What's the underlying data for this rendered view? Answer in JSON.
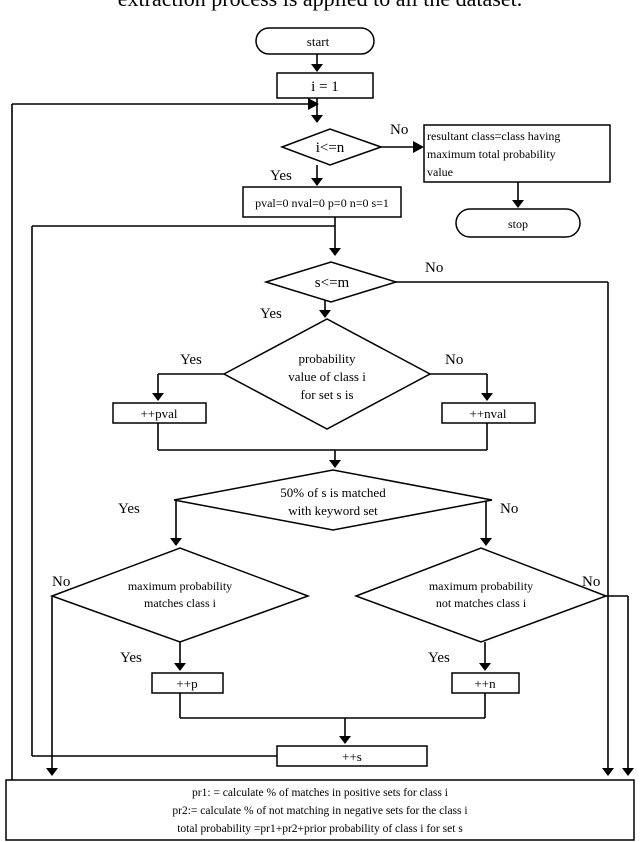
{
  "intro_line": "extraction process is applied to all the dataset.",
  "nodes": {
    "start": "start",
    "init_i": "i = 1",
    "cond_i": "i<=n",
    "result": [
      "resultant class=class having",
      "maximum total probability",
      "value"
    ],
    "stop": "stop",
    "init_vars": "pval=0 nval=0 p=0 n=0  s=1",
    "cond_s": "s<=m",
    "prob_cond": [
      "probability",
      "value of class i",
      "for set s is"
    ],
    "inc_pval": "++pval",
    "inc_nval": "++nval",
    "match_cond": [
      "50%  of  s  is  matched",
      "with keyword set"
    ],
    "max_match": [
      "maximum probability",
      "matches class i"
    ],
    "max_not_match": [
      "maximum probability",
      "not matches class i"
    ],
    "inc_p": "++p",
    "inc_n": "++n",
    "inc_s": "++s",
    "final": [
      "pr1: = calculate % of matches in positive sets for class i",
      "pr2:= calculate % of not matching in negative sets for the class i",
      "total probability =pr1+pr2+prior probability of class i for set s"
    ]
  },
  "edge_labels": {
    "i_no": "No",
    "i_yes": "Yes",
    "s_no": "No",
    "s_yes": "Yes",
    "prob_yes": "Yes",
    "prob_no": "No",
    "match_yes": "Yes",
    "match_no": "No",
    "left_no": "No",
    "left_yes": "Yes",
    "right_yes": "Yes",
    "right_no": "No"
  }
}
